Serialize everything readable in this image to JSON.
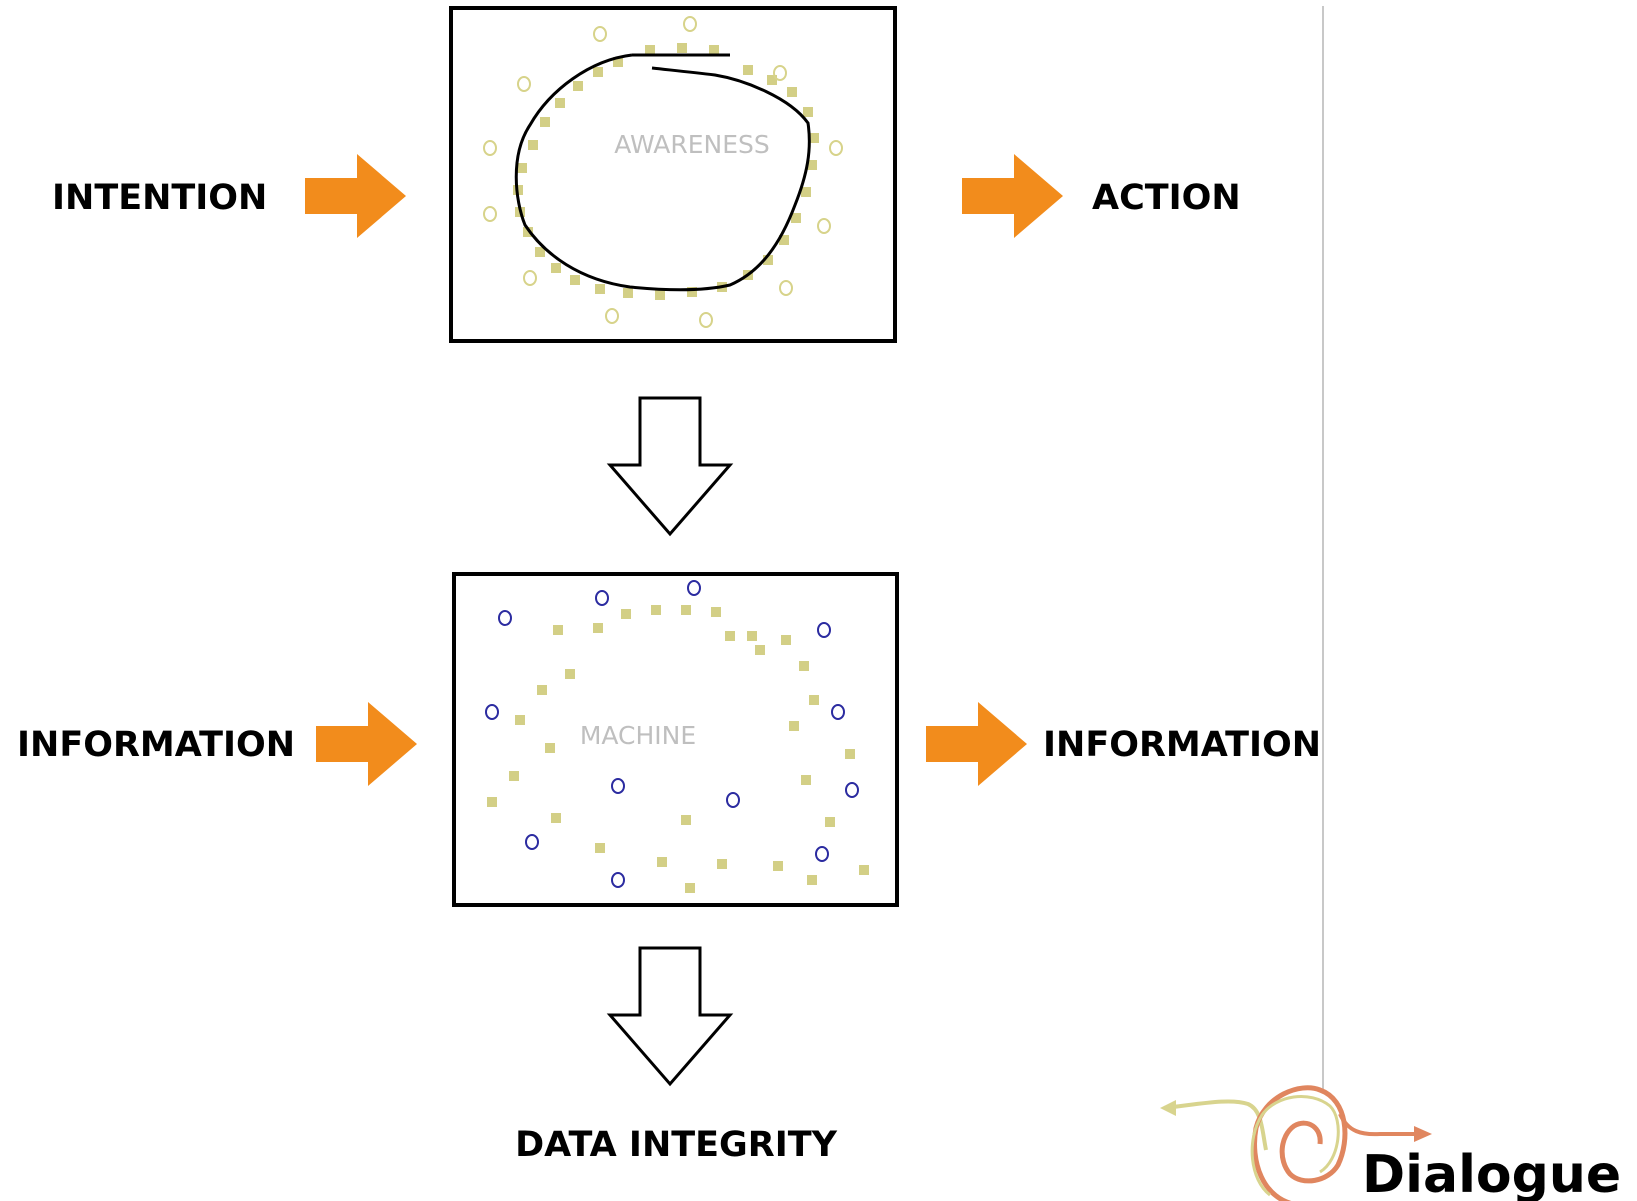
{
  "diagram": {
    "top_box": {
      "inner_label": "AWARENESS"
    },
    "bottom_box": {
      "inner_label": "MACHINE"
    },
    "labels": {
      "intention": "INTENTION",
      "action": "ACTION",
      "information_in": "INFORMATION",
      "information_out": "INFORMATION",
      "data_integrity": "DATA INTEGRITY"
    }
  },
  "logo": {
    "text": "Dialogue"
  },
  "colors": {
    "arrow_orange": "#f28c1c",
    "square_dot": "#d3cf86",
    "circle_top": "#d7d38a",
    "circle_bottom": "#2b2ba0",
    "inner_label": "#bfbfbf",
    "logo_spiral_outer": "#e0865f",
    "logo_spiral_inner": "#d8d48e",
    "divider": "#c8c8c8"
  }
}
